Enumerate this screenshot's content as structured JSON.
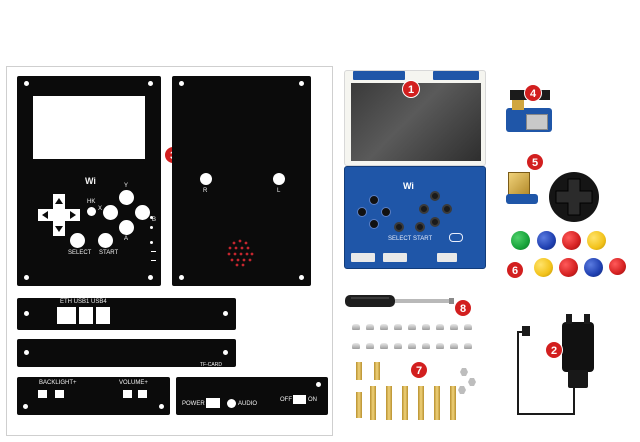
{
  "callouts": [
    "1",
    "2",
    "3",
    "4",
    "5",
    "6",
    "7",
    "8"
  ],
  "front_panel": {
    "logo": "Wi",
    "btn_hk": "HK",
    "btn_y": "Y",
    "btn_x": "X",
    "btn_b": "B",
    "btn_a": "A",
    "btn_select": "SELECT",
    "btn_start": "START"
  },
  "back_panel": {
    "label_r": "R",
    "label_l": "L"
  },
  "strip_top": {
    "label": "ETH   USB1 USB4"
  },
  "strip_mid": {
    "label": "TF-CARD"
  },
  "strip_bottom_left": {
    "label_backlight": "BACKLIGHT+",
    "label_volume": "VOLUME+"
  },
  "strip_bottom_right": {
    "label_power": "POWER",
    "label_audio": "AUDIO",
    "label_off": "OFF",
    "label_on": "ON"
  },
  "pcb": {
    "label_select": "SELECT",
    "label_start": "START"
  },
  "colors": {
    "callout": "#d21f1f",
    "acrylic": "#0b0b0b",
    "pcb": "#1f56a8",
    "caps": [
      "#17a33a",
      "#1f3fb0",
      "#d42020",
      "#f2c21a",
      "#f2c21a",
      "#d42020",
      "#1f3fb0",
      "#d42020"
    ]
  },
  "icons": [
    "dpad-icon",
    "speaker-grille-icon",
    "power-adapter-icon",
    "screwdriver-icon",
    "joystick-icon"
  ]
}
